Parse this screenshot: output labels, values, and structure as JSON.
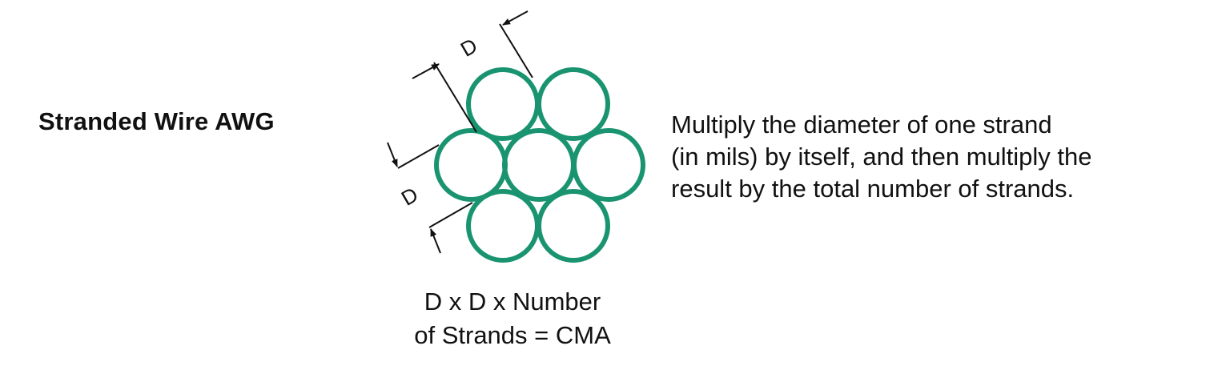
{
  "title": "Stranded Wire AWG",
  "description_lines": [
    "Multiply the diameter of one strand",
    "(in mils) by itself, and then multiply the",
    "result by the total number of strands."
  ],
  "formula_lines": [
    "D x D x Number",
    "of Strands = CMA"
  ],
  "dimension_labels": {
    "top": "D",
    "left": "D"
  },
  "colors": {
    "strand": "#1a9470",
    "text": "#111111",
    "dimension_lines": "#111111"
  }
}
